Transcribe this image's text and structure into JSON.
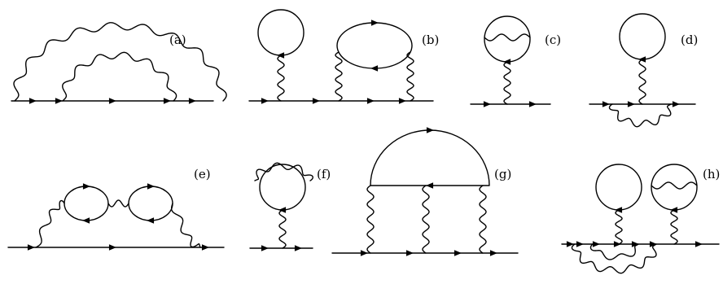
{
  "panels": [
    {
      "id": "a",
      "label": "(a)"
    },
    {
      "id": "b",
      "label": "(b)"
    },
    {
      "id": "c",
      "label": "(c)"
    },
    {
      "id": "d",
      "label": "(d)"
    },
    {
      "id": "e",
      "label": "(e)"
    },
    {
      "id": "f",
      "label": "(f)"
    },
    {
      "id": "g",
      "label": "(g)"
    },
    {
      "id": "h",
      "label": "(h)"
    }
  ]
}
